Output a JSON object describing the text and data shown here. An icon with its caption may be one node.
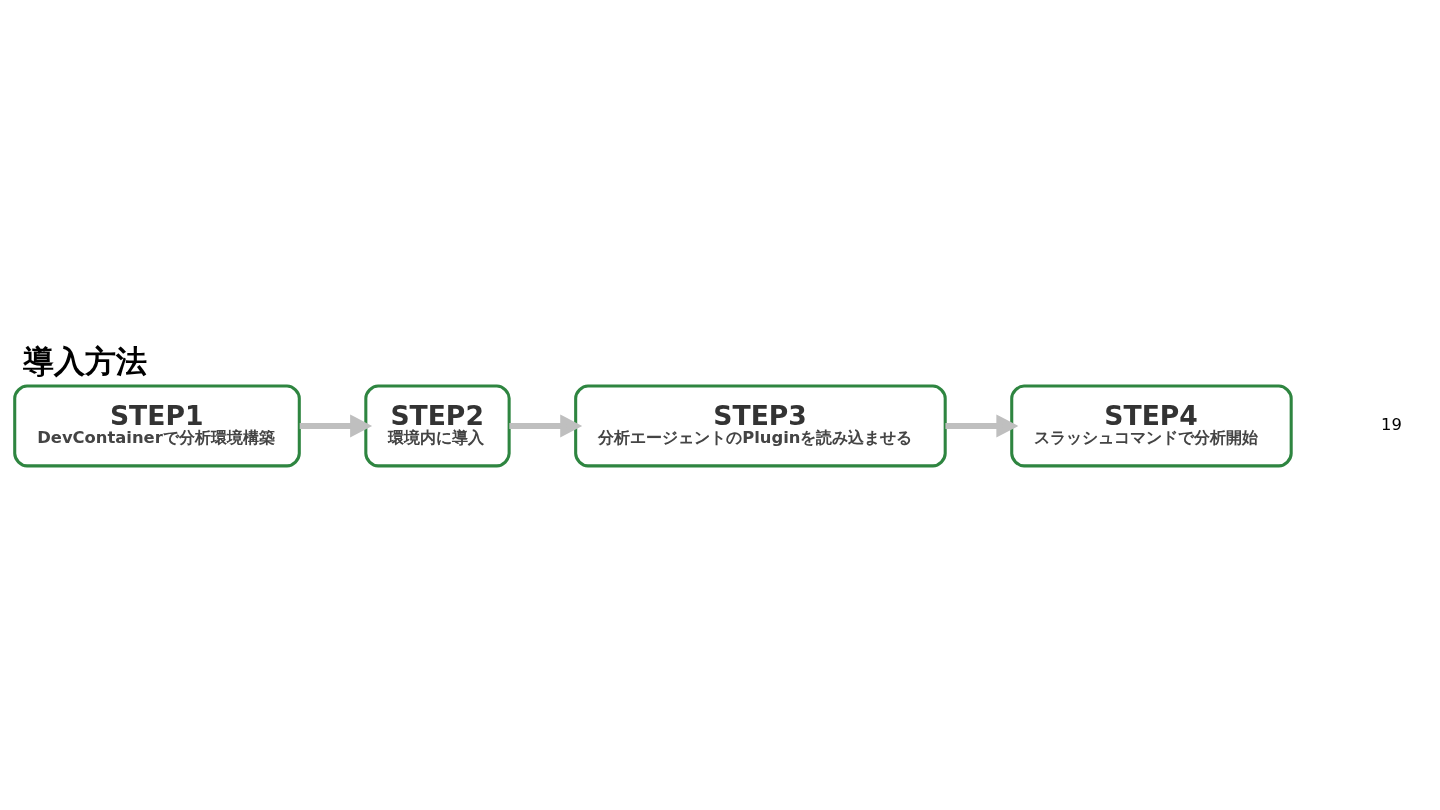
{
  "diagram": {
    "title": "導入方法",
    "nodes": [
      {
        "text": [
          "STEP1",
          "DevContainerで分析環境構築"
        ]
      },
      {
        "text": [
          "STEP2",
          "環境内に導入"
        ]
      },
      {
        "text": [
          "STEP3",
          "分析エージェントのPluginを読み込ませる"
        ]
      },
      {
        "text": [
          "STEP4",
          "スラッシュコマンドで分析開始"
        ]
      }
    ],
    "edges": [
      {
        "from": 0,
        "to": 1,
        "arrow": "to"
      },
      {
        "from": 1,
        "to": 2,
        "arrow": "to"
      },
      {
        "from": 2,
        "to": 3,
        "arrow": "to"
      }
    ],
    "labels": [
      "19"
    ]
  }
}
